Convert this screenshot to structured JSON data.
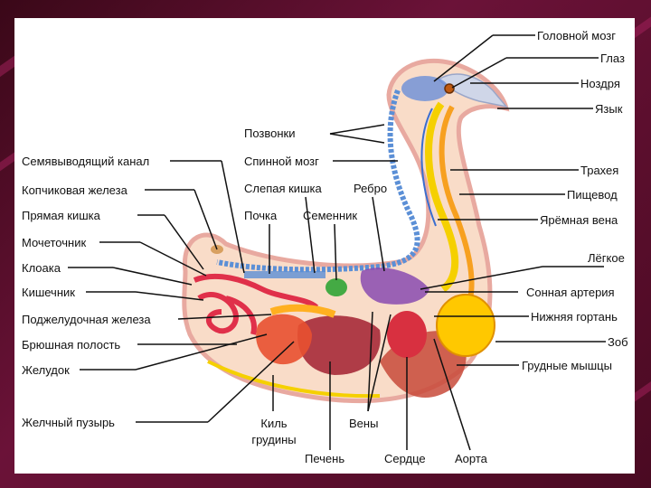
{
  "labels": {
    "golovnoy_mozg": "Головной мозг",
    "glaz": "Глаз",
    "nozdrya": "Ноздря",
    "yazyk": "Язык",
    "pozvonki": "Позвонки",
    "semyavyvodyashchiy_kanal": "Семявыводящий канал",
    "spinnoy_mozg": "Спинной мозг",
    "trakheya": "Трахея",
    "kopchikovaya_zheleza": "Копчиковая железа",
    "slepaya_kishka": "Слепая кишка",
    "rebro": "Ребро",
    "pishchevod": "Пищевод",
    "pryamaya_kishka": "Прямая кишка",
    "pochka": "Почка",
    "semennik": "Семенник",
    "yaremnaya_vena": "Ярёмная вена",
    "mochetochnik": "Мочеточник",
    "lyogkoe": "Лёгкое",
    "kloaka": "Клоака",
    "kishechnik": "Кишечник",
    "sonnaya_arteriya": "Сонная артерия",
    "podzheludochnaya_zheleza": "Поджелудочная железа",
    "nizhnyaya_gortan": "Нижняя гортань",
    "bryushnaya_polost": "Брюшная полость",
    "zob": "Зоб",
    "zheludok": "Желудок",
    "grudnye_myshtsy": "Грудные мышцы",
    "zhelchny_puzyr": "Желчный пузырь",
    "kil_grudiny_1": "Киль",
    "kil_grudiny_2": "грудины",
    "veny": "Вены",
    "pechen": "Печень",
    "serdtse": "Сердце",
    "aorta": "Аорта"
  },
  "colors": {
    "frame": "#5a0d2c",
    "body_outline": "#e8a9a0",
    "body_fill": "#f9dcc8",
    "spine": "#5b8fd6",
    "trachea": "#f5d000",
    "esophagus": "#f7a020",
    "intestine": "#e0304a",
    "liver": "#a62a38",
    "lung": "#8a4bb0",
    "heart": "#d83040",
    "crop": "#ffc800",
    "kidney": "#44aa44",
    "muscle": "#c84a3a"
  }
}
